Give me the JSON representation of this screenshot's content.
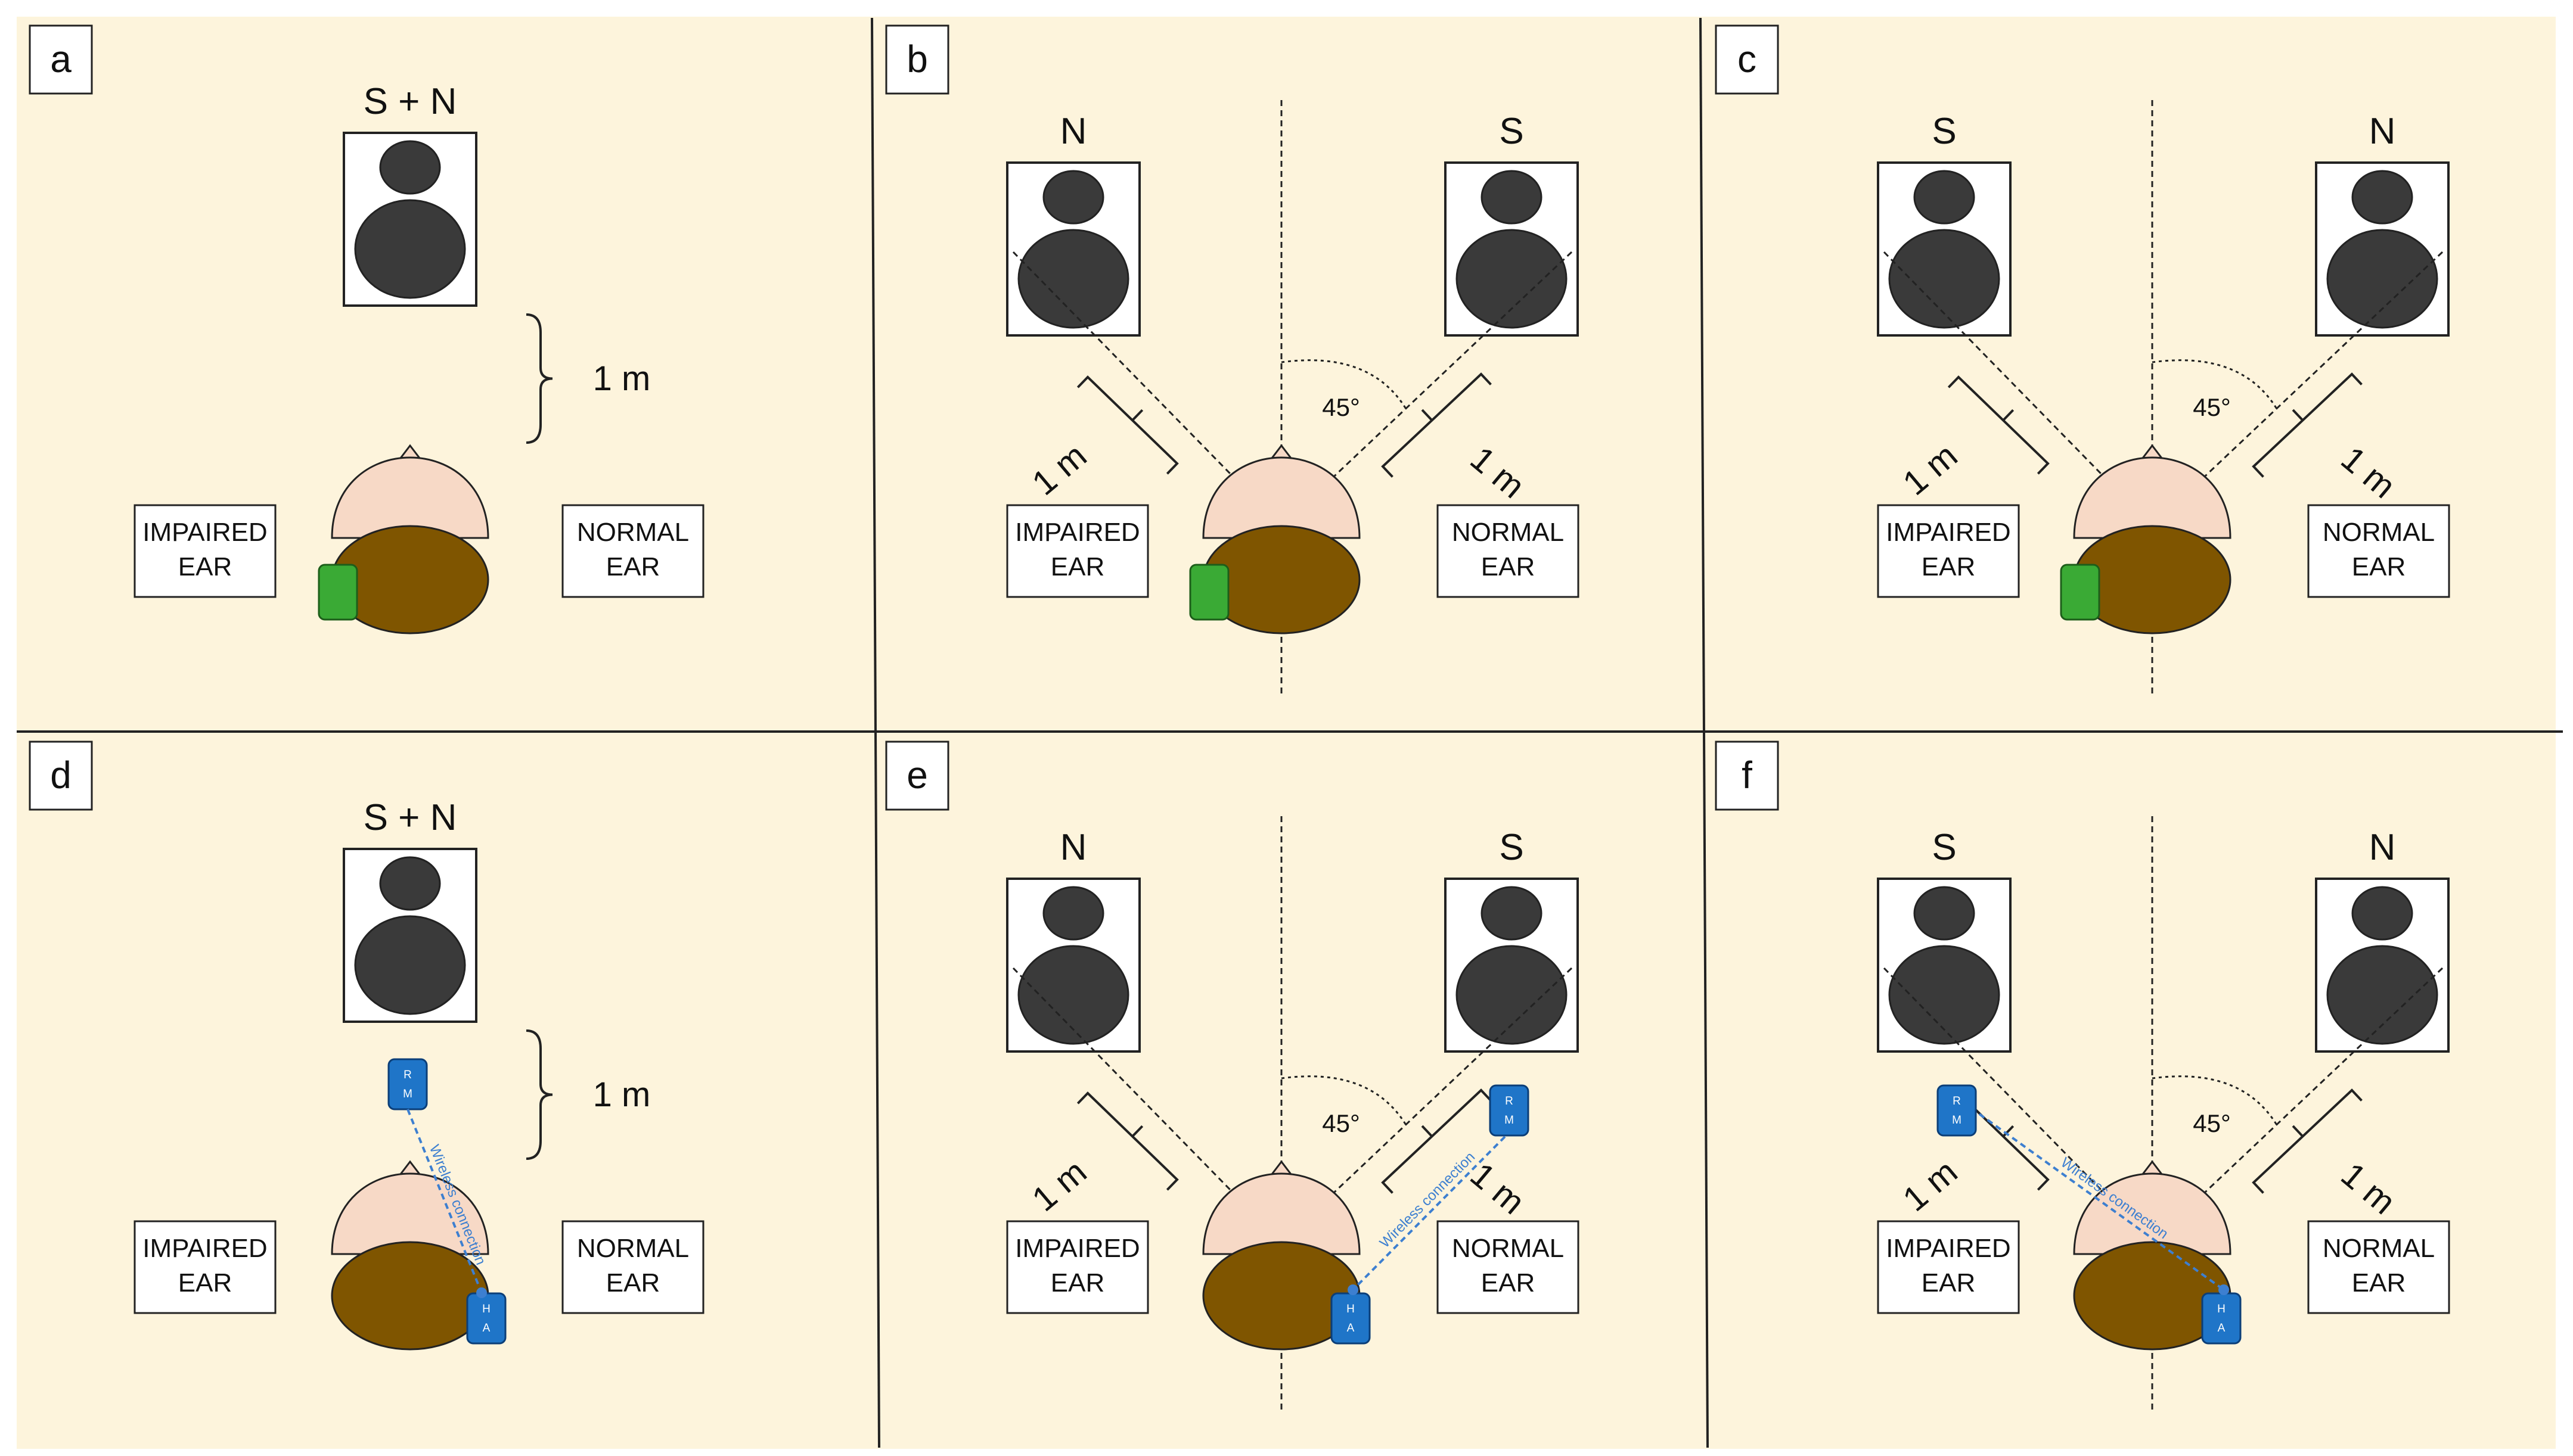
{
  "colors": {
    "panel_bg": "#fdf4dc",
    "speaker_cone": "#3a3a3a",
    "head_skin": "#f7d9c6",
    "hair": "#7f5500",
    "hearing_aid_green": "#3aaa35",
    "remote_blue": "#1f75c8",
    "wireless_line": "#3d7fd0"
  },
  "labels": {
    "one_meter": "1 m",
    "angle": "45°",
    "impaired_ear": [
      "IMPAIRED",
      "EAR"
    ],
    "normal_ear": [
      "NORMAL",
      "EAR"
    ],
    "wireless": "Wireless connection",
    "rm": [
      "R",
      "M"
    ],
    "ha": [
      "H",
      "A"
    ]
  },
  "panels": [
    {
      "letter": "a",
      "layout": "front",
      "speakers": [
        "S + N"
      ],
      "device": "hearing-aid"
    },
    {
      "letter": "b",
      "layout": "diagonal",
      "speakers": [
        "N",
        "S"
      ],
      "device": "hearing-aid"
    },
    {
      "letter": "c",
      "layout": "diagonal",
      "speakers": [
        "S",
        "N"
      ],
      "device": "hearing-aid"
    },
    {
      "letter": "d",
      "layout": "front",
      "speakers": [
        "S + N"
      ],
      "device": "remote-mic"
    },
    {
      "letter": "e",
      "layout": "diagonal",
      "speakers": [
        "N",
        "S"
      ],
      "device": "remote-mic",
      "mic_side": "right"
    },
    {
      "letter": "f",
      "layout": "diagonal",
      "speakers": [
        "S",
        "N"
      ],
      "device": "remote-mic",
      "mic_side": "left"
    }
  ]
}
